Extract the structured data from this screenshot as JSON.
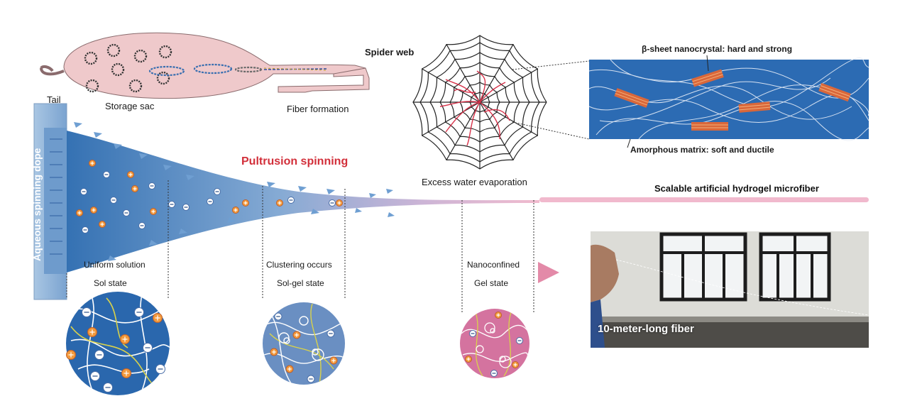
{
  "silk_gland": {
    "tail": "Tail",
    "storage_sac": "Storage sac",
    "fiber_formation": "Fiber formation"
  },
  "spider_web": {
    "title": "Spider web",
    "evaporation": "Excess water evaporation"
  },
  "nanostructure": {
    "beta_sheet": "β-sheet nanocrystal: hard and strong",
    "amorphous": "Amorphous matrix: soft and ductile"
  },
  "spinning": {
    "dope": "Aqueous spinning dope",
    "process": "Pultrusion spinning",
    "fiber": "Scalable artificial hydrogel microfiber"
  },
  "stages": [
    {
      "process": "Uniform solution",
      "state": "Sol state"
    },
    {
      "process": "Clustering occurs",
      "state": "Sol-gel state"
    },
    {
      "process": "Nanoconfined",
      "state": "Gel state"
    }
  ],
  "photo": {
    "caption": "10-meter-long fiber"
  },
  "colors": {
    "gland": "#efc9cb",
    "nanostructure_bg": "#2c6bb3",
    "nanocrystal": "#d9673a",
    "process_title": "#d22f3a",
    "fiber_pink": "#f1b9cd",
    "sol_blue": "#2a67ad",
    "solgel_blue": "#6a8fc2",
    "gel_pink": "#d4739f"
  }
}
